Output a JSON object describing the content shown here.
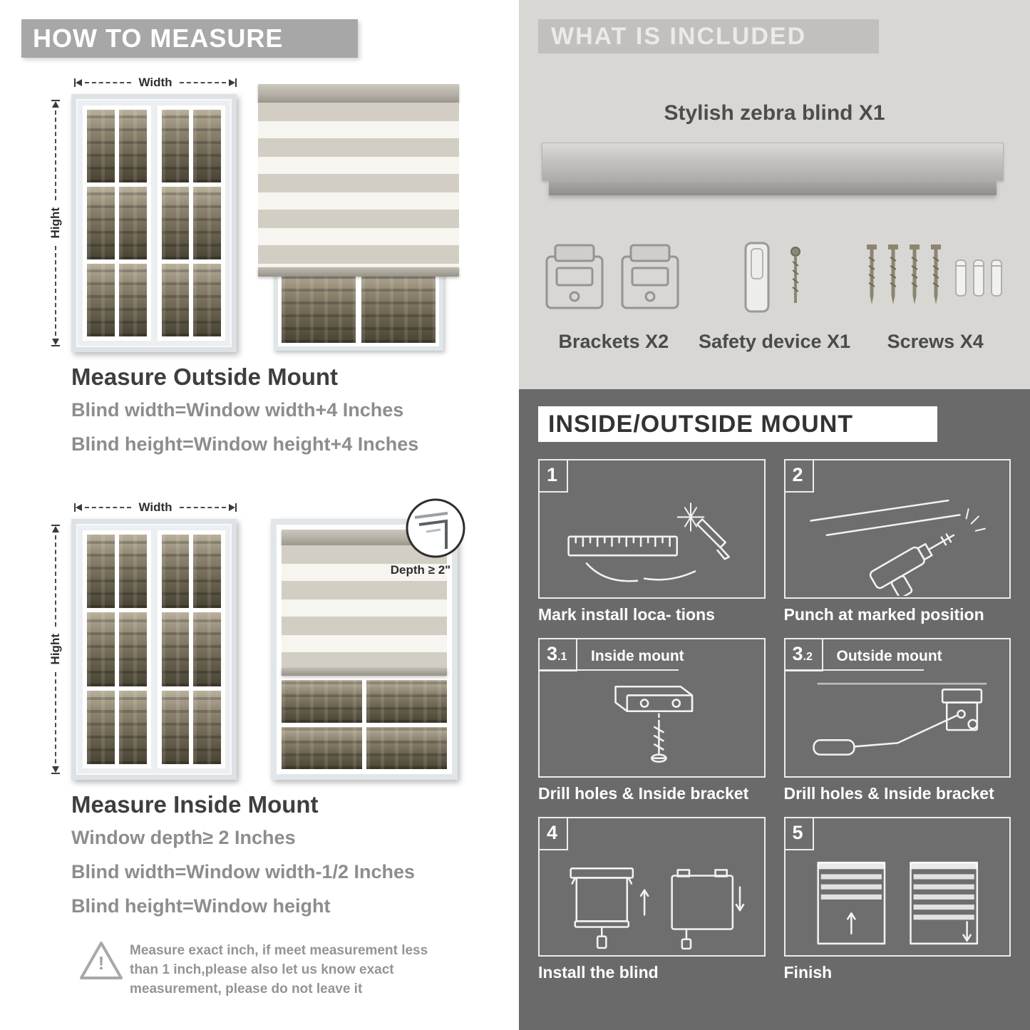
{
  "colors": {
    "banner_gray": "#a7a7a7",
    "panel_light_gray": "#d8d7d4",
    "panel_dark_gray": "#6a6a6a",
    "heading_dark": "#3e3e3e",
    "body_text_gray": "#8d8d8d"
  },
  "how_to_measure": {
    "banner": "HOW TO MEASURE",
    "outside": {
      "width_label": "Width",
      "height_label": "Hight",
      "heading": "Measure Outside Mount",
      "line1": "Blind width=Window width+4 Inches",
      "line2": "Blind height=Window height+4 Inches"
    },
    "inside": {
      "width_label": "Width",
      "height_label": "Hight",
      "depth_label": "Depth ≥ 2\"",
      "heading": "Measure Inside Mount",
      "line1": "Window depth≥ 2 Inches",
      "line2": "Blind width=Window width-1/2 Inches",
      "line3": "Blind height=Window height"
    },
    "warning_mark": "!",
    "note": "Measure exact inch, if meet measurement less than 1 inch,please also let us know exact measurement, please do not leave it"
  },
  "included": {
    "banner": "WHAT IS INCLUDED",
    "product_label": "Stylish zebra blind X1",
    "items": [
      {
        "label": "Brackets X2"
      },
      {
        "label": "Safety device X1"
      },
      {
        "label": "Screws X4"
      }
    ]
  },
  "mount_guide": {
    "banner": "INSIDE/OUTSIDE MOUNT",
    "steps": [
      {
        "num": "1",
        "caption": "Mark install loca- tions"
      },
      {
        "num": "2",
        "caption": "Punch at  marked position"
      },
      {
        "num": "3",
        "sub": ".1",
        "label": "Inside mount",
        "caption": "Drill holes &  Inside bracket"
      },
      {
        "num": "3",
        "sub": ".2",
        "label": "Outside mount",
        "caption": "Drill holes &  Inside bracket"
      },
      {
        "num": "4",
        "caption": "Install the blind"
      },
      {
        "num": "5",
        "caption": "Finish"
      }
    ]
  }
}
